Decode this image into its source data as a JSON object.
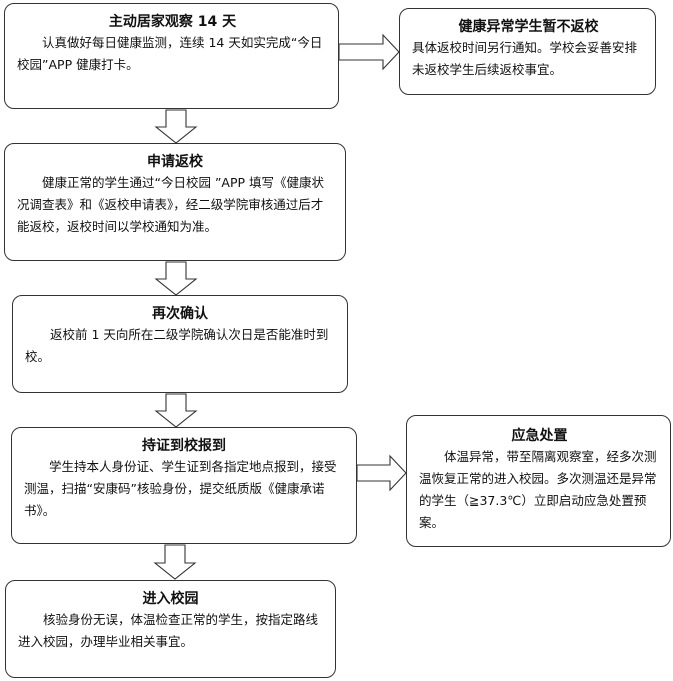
{
  "steps": [
    {
      "title": "主动居家观察 14 天",
      "text": "认真做好每日健康监测，连续 14 天如实完成“今日校园”APP 健康打卡。"
    },
    {
      "title": "申请返校",
      "text": "健康正常的学生通过“今日校园 ”APP 填写《健康状况调查表》和《返校申请表》，经二级学院审核通过后才能返校，返校时间以学校通知为准。"
    },
    {
      "title": "再次确认",
      "text": "返校前 1 天向所在二级学院确认次日是否能准时到校。"
    },
    {
      "title": "持证到校报到",
      "text": "学生持本人身份证、学生证到各指定地点报到，接受测温，扫描“安康码”核验身份，提交纸质版《健康承诺书》。"
    },
    {
      "title": "进入校园",
      "text": "核验身份无误，体温检查正常的学生，按指定路线进入校园，办理毕业相关事宜。"
    }
  ],
  "side_boxes": [
    {
      "title": "健康异常学生暂不返校",
      "text": "具体返校时间另行通知。学校会妥善安排未返校学生后续返校事宜。"
    },
    {
      "title": "应急处置",
      "text": "体温异常，带至隔离观察室，经多次测温恢复正常的进入校园。多次测温还是异常的学生（≧37.3℃）立即启动应急处置预案。"
    }
  ]
}
